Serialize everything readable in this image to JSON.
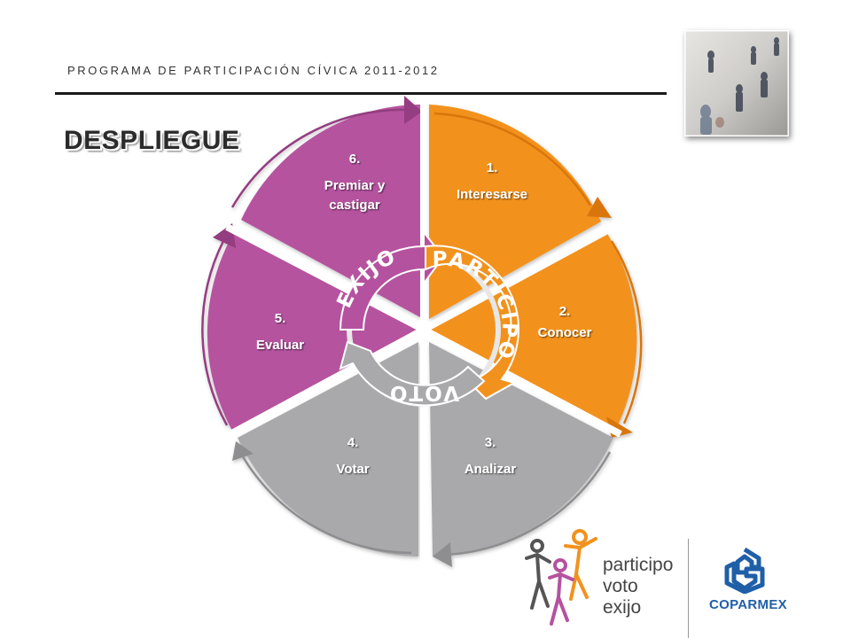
{
  "header": {
    "program_label": "PROGRAMA DE PARTICIPACIÓN CÍVICA 2011-2012",
    "title": "DESPLIEGUE"
  },
  "cycle": {
    "steps": [
      {
        "number": "1.",
        "label": "Interesarse",
        "color": "#F2921E"
      },
      {
        "number": "2.",
        "label": "Conocer",
        "color": "#F2921E"
      },
      {
        "number": "3.",
        "label": "Analizar",
        "color": "#A9A9AB"
      },
      {
        "number": "4.",
        "label": "Votar",
        "color": "#A9A9AB"
      },
      {
        "number": "5.",
        "label": "Evaluar",
        "color": "#B5529F"
      },
      {
        "number": "6.",
        "label": "Premiar y castigar",
        "color": "#B5529F"
      }
    ],
    "inner_ring": [
      {
        "word": "PARTICIPO",
        "color": "#F2921E"
      },
      {
        "word": "VOTO",
        "color": "#A9A9AB"
      },
      {
        "word": "EXIJO",
        "color": "#B5529F"
      }
    ]
  },
  "logos": {
    "campaign_lines": [
      "participo",
      "voto",
      "exijo"
    ],
    "brand_name": "COPARMEX",
    "brand_color": "#1F5FA8"
  },
  "icons": {
    "photo": "people-walking-photo",
    "campaign_logo": "three-figures-logo",
    "brand_logo": "coparmex-logo"
  }
}
